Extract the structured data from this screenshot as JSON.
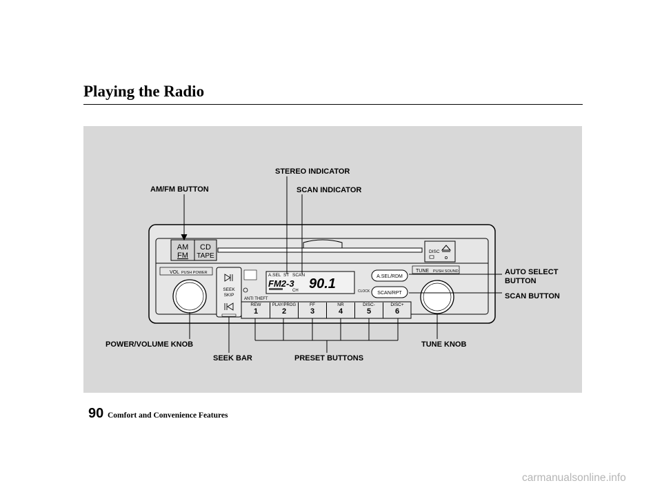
{
  "header": {
    "title": "Playing the Radio"
  },
  "callouts": {
    "stereo_indicator": "STEREO INDICATOR",
    "am_fm_button": "AM/FM BUTTON",
    "scan_indicator": "SCAN INDICATOR",
    "auto_select_line1": "AUTO SELECT",
    "auto_select_line2": "BUTTON",
    "scan_button": "SCAN BUTTON",
    "power_volume_knob": "POWER/VOLUME KNOB",
    "tune_knob": "TUNE KNOB",
    "seek_bar": "SEEK BAR",
    "preset_buttons": "PRESET BUTTONS"
  },
  "radio": {
    "am_label": "AM",
    "fm_label": "FM",
    "cd_label": "CD",
    "tape_label": "TAPE",
    "disc_label": "DISC",
    "vol_label": "VOL",
    "push_power_label": "PUSH POWER",
    "tune_label": "TUNE",
    "push_sound_label": "PUSH SOUND",
    "seek_label": "SEEK",
    "skip_label": "SKIP",
    "anti_theft_label": "ANTI  THEFT",
    "asel_button": "A.SEL/RDM",
    "scan_button": "SCAN/RPT",
    "clock_label": "CLOCK",
    "display": {
      "asel": "A.SEL",
      "st": "ST",
      "scan": "SCAN",
      "band": "FM2-3",
      "frequency": "90.1",
      "ch": "CH"
    },
    "presets": [
      {
        "label": "REW",
        "number": "1"
      },
      {
        "label": "PLAY/PROG",
        "number": "2"
      },
      {
        "label": "FF",
        "number": "3"
      },
      {
        "label": "NR",
        "number": "4"
      },
      {
        "label": "DISC-",
        "number": "5"
      },
      {
        "label": "DISC+",
        "number": "6"
      }
    ]
  },
  "footer": {
    "page_number": "90",
    "section": "Comfort and Convenience Features",
    "watermark": "carmanualsonline.info"
  },
  "colors": {
    "figure_bg": "#d8d8d8",
    "unit": "#e6e6e6",
    "line": "#000000"
  }
}
